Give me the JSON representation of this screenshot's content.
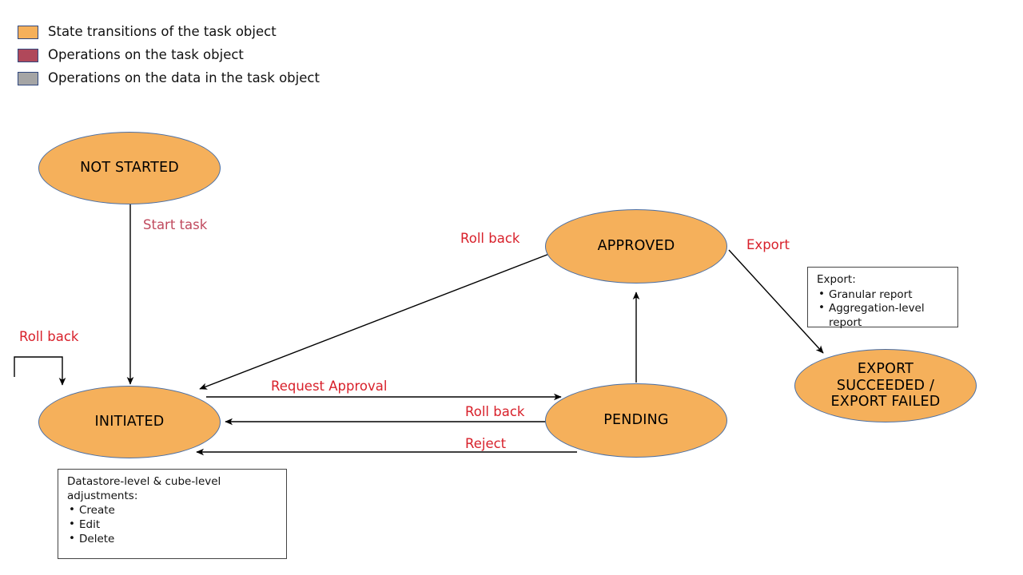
{
  "legend": {
    "items": [
      {
        "label": "State transitions of the task object",
        "color": "#F5B05B",
        "swatch_name": "legend-swatch-state-transitions"
      },
      {
        "label": "Operations on the task object",
        "color": "#B0485A",
        "swatch_name": "legend-swatch-operations-task"
      },
      {
        "label": "Operations on the data in the task object",
        "color": "#A5A5A5",
        "swatch_name": "legend-swatch-operations-data"
      }
    ]
  },
  "colors": {
    "node_fill": "#F5B05B",
    "node_border": "#4A6FA5",
    "edge": "#000000",
    "label_maroon": "#C04A5E",
    "label_red": "#D8212B",
    "note_border": "#444444"
  },
  "nodes": [
    {
      "id": "not-started",
      "label": "NOT STARTED"
    },
    {
      "id": "initiated",
      "label": "INITIATED"
    },
    {
      "id": "approved",
      "label": "APPROVED"
    },
    {
      "id": "pending",
      "label": "PENDING"
    },
    {
      "id": "export-result",
      "label": "EXPORT\nSUCCEEDED /\nEXPORT FAILED"
    }
  ],
  "edge_labels": [
    {
      "id": "start-task",
      "text": "Start task",
      "from": "not-started",
      "to": "initiated",
      "style": "maroon"
    },
    {
      "id": "roll-back-initiated-self",
      "text": "Roll back",
      "from": "initiated",
      "to": "initiated",
      "style": "red"
    },
    {
      "id": "roll-back-approved",
      "text": "Roll back",
      "from": "approved",
      "to": "initiated",
      "style": "red"
    },
    {
      "id": "export",
      "text": "Export",
      "from": "approved",
      "to": "export-result",
      "style": "red"
    },
    {
      "id": "request-approval",
      "text": "Request Approval",
      "from": "initiated",
      "to": "pending",
      "style": "red"
    },
    {
      "id": "roll-back-pending",
      "text": "Roll back",
      "from": "pending",
      "to": "initiated",
      "style": "red"
    },
    {
      "id": "reject",
      "text": "Reject",
      "from": "pending",
      "to": "initiated",
      "style": "red"
    }
  ],
  "notes": [
    {
      "id": "export-note",
      "title": "Export:",
      "items": [
        "Granular report",
        "Aggregation-level report"
      ]
    },
    {
      "id": "datastore-note",
      "title": "Datastore-level  & cube-level adjustments:",
      "items": [
        "Create",
        "Edit",
        "Delete"
      ]
    }
  ]
}
